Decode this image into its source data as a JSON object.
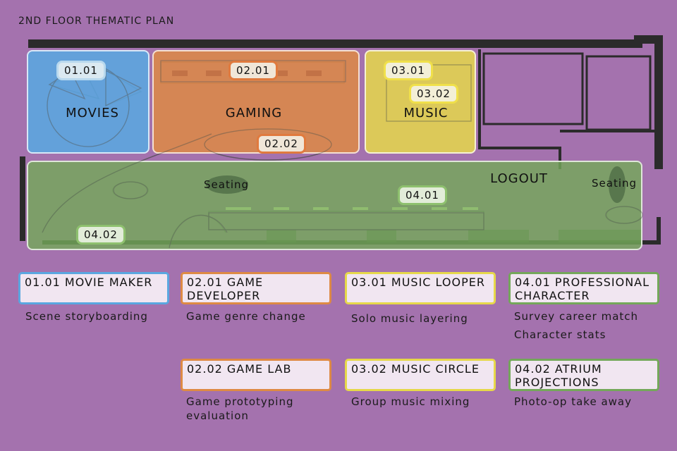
{
  "title": "2ND FLOOR THEMATIC PLAN",
  "colors": {
    "movies": "#5aa7e0",
    "gaming": "#de8a44",
    "music": "#e6d84a",
    "logout": "#74a85a",
    "background": "#a472ae"
  },
  "zones": {
    "movies": "MOVIES",
    "gaming": "GAMING",
    "music": "MUSIC",
    "logout": "LOGOUT"
  },
  "room_tags": {
    "t0101": "01.01",
    "t0201": "02.01",
    "t0202": "02.02",
    "t0301": "03.01",
    "t0302": "03.02",
    "t0401": "04.01",
    "t0402": "04.02"
  },
  "seating": [
    "Seating",
    "Seating"
  ],
  "legend": {
    "movie_maker": {
      "title": "01.01 MOVIE MAKER",
      "desc": "Scene storyboarding"
    },
    "game_developer": {
      "title": "02.01 GAME DEVELOPER",
      "desc": "Game genre change"
    },
    "music_looper": {
      "title": "03.01 MUSIC LOOPER",
      "desc": "Solo music layering"
    },
    "professional_character": {
      "title": "04.01 PROFESSIONAL CHARACTER",
      "desc": [
        "Survey career match",
        "Character stats"
      ]
    },
    "game_lab": {
      "title": "02.02 GAME LAB",
      "desc": "Game prototyping evaluation"
    },
    "music_circle": {
      "title": "03.02 MUSIC CIRCLE",
      "desc": "Group music mixing"
    },
    "atrium_projections": {
      "title": "04.02 ATRIUM PROJECTIONS",
      "desc": "Photo-op take away"
    }
  }
}
